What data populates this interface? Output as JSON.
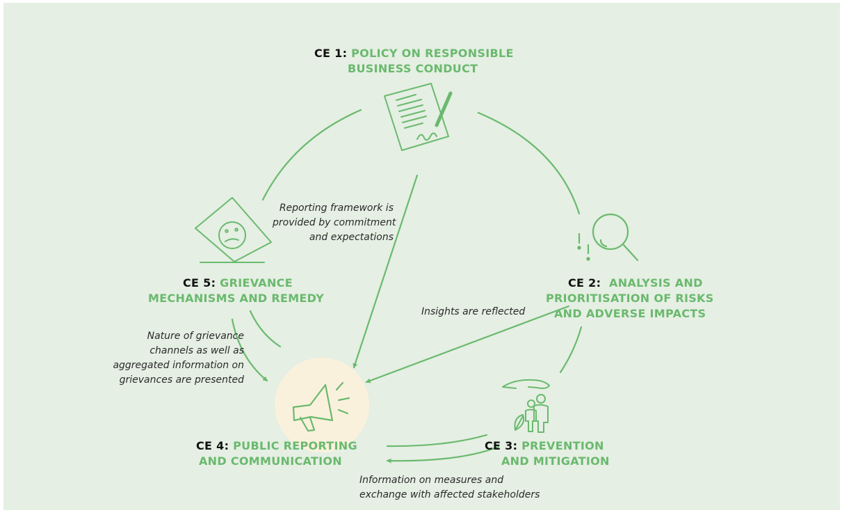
{
  "colors": {
    "background": "#e5efe3",
    "accent": "#6ab96e",
    "code_text": "#111111",
    "caption_text": "#2a2a2a",
    "highlight_circle": "#faf1dc"
  },
  "nodes": {
    "ce1": {
      "code": "CE 1:",
      "title_lines": [
        "POLICY ON RESPONSIBLE",
        "BUSINESS CONDUCT"
      ],
      "icon": "signed-document-icon"
    },
    "ce2": {
      "code": "CE 2:",
      "title_lines": [
        "ANALYSIS AND",
        "PRIORITISATION OF RISKS",
        "AND ADVERSE IMPACTS"
      ],
      "icon": "magnifier-icon"
    },
    "ce3": {
      "code": "CE 3:",
      "title_lines": [
        "PREVENTION",
        "AND MITIGATION"
      ],
      "icon": "protected-family-icon"
    },
    "ce4": {
      "code": "CE 4:",
      "title_lines": [
        "PUBLIC REPORTING",
        "AND COMMUNICATION"
      ],
      "icon": "megaphone-icon"
    },
    "ce5": {
      "code": "CE 5:",
      "title_lines": [
        "GRIEVANCE",
        "MECHANISMS AND REMEDY"
      ],
      "icon": "sad-face-card-icon"
    }
  },
  "flows": {
    "reporting_framework": [
      "Reporting framework is",
      "provided by commitment",
      "and expectations"
    ],
    "insights": [
      "Insights are reflected"
    ],
    "grievance_info": [
      "Nature of grievance",
      "channels as well as",
      "aggregated information on",
      "grievances are presented"
    ],
    "measures_info": [
      "Information on measures and",
      "exchange with affected stakeholders"
    ]
  }
}
